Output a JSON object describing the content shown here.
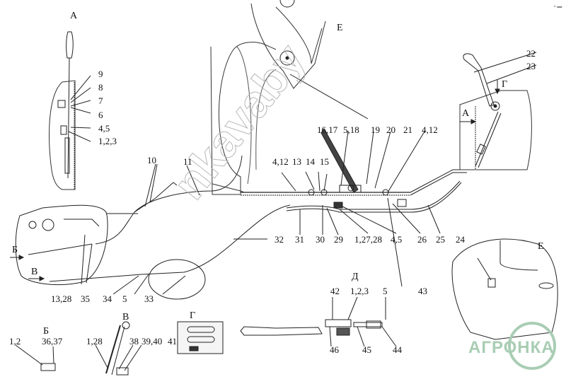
{
  "diagram": {
    "views": {
      "A": "А",
      "B": "Б",
      "V": "В",
      "G": "Г",
      "D": "Д",
      "E": "Е"
    },
    "callouts": {
      "c9": "9",
      "c8": "8",
      "c7": "7",
      "c6": "6",
      "c45a": "4,5",
      "c123a": "1,2,3",
      "c10": "10",
      "c11": "11",
      "c412a": "4,12",
      "c13": "13",
      "c14": "14",
      "c15": "15",
      "c1617": "16,17",
      "c518": "5,18",
      "c19": "19",
      "c20": "20",
      "c21": "21",
      "c412b": "4,12",
      "c22": "22",
      "c23": "23",
      "c31": "31",
      "c30": "30",
      "c29": "29",
      "c12728": "1,27,28",
      "c45b": "4,5",
      "c26": "26",
      "c25": "25",
      "c24": "24",
      "c43": "43",
      "c32": "32",
      "c1328": "13,28",
      "c35": "35",
      "c34": "34",
      "c5a": "5",
      "c33": "33",
      "c12": "1,2",
      "c3637": "36,37",
      "c128": "1,28",
      "c38": "38",
      "c3940": "39,40",
      "c41": "41",
      "c42": "42",
      "c123b": "1,2,3",
      "c5b": "5",
      "c46": "46",
      "c45": "45",
      "c44": "44"
    },
    "arrows": {
      "A_arrow": "А",
      "B_arrow": "Б",
      "V_arrow": "В",
      "G_arrow": "Г",
      "E_arrow": "Е"
    },
    "watermarks": {
      "diagonal": "nkavaby",
      "logo": "АГРОНКА"
    },
    "corner_mark": "▪ ▬",
    "colors": {
      "line": "#222222",
      "watermark": "#8fbf9f",
      "watermark_diag": "#d0d0d0"
    }
  }
}
